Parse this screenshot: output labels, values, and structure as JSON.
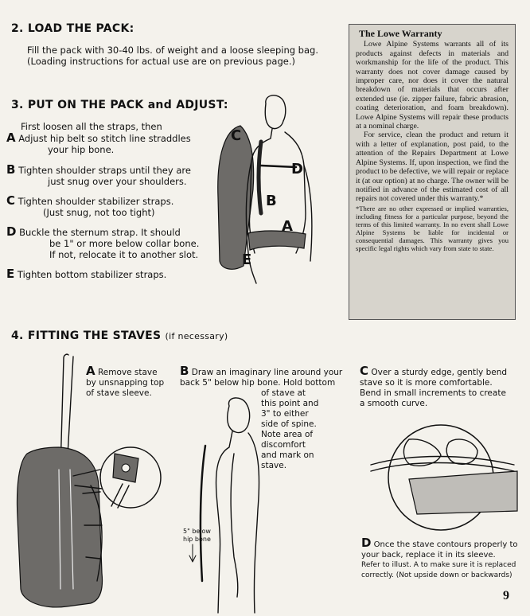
{
  "section2": {
    "heading": "2. LOAD THE PACK:",
    "line1": "Fill the pack with 30-40 lbs. of weight and a loose sleeping bag.",
    "line2": "(Loading instructions for actual use are on previous page.)"
  },
  "section3": {
    "heading": "3. PUT ON THE PACK and ADJUST:",
    "intro": "First loosen all the straps, then",
    "steps": [
      {
        "letter": "A",
        "line1": "Adjust hip belt so stitch line straddles",
        "line2": "your hip bone.",
        "line3": ""
      },
      {
        "letter": "B",
        "line1": "Tighten shoulder straps until they are",
        "line2": "just snug over your shoulders.",
        "line3": ""
      },
      {
        "letter": "C",
        "line1": "Tighten shoulder stabilizer straps.",
        "line2": "(Just snug, not too tight)",
        "line3": ""
      },
      {
        "letter": "D",
        "line1": "Buckle the sternum strap. It should",
        "line2": "be 1\" or more below collar bone.",
        "line3": "If not, relocate it to another slot."
      },
      {
        "letter": "E",
        "line1": "Tighten bottom stabilizer straps.",
        "line2": "",
        "line3": ""
      }
    ],
    "figure_labels": [
      "C",
      "D",
      "B",
      "A",
      "E"
    ]
  },
  "warranty": {
    "title": "The Lowe Warranty",
    "p1": "Lowe Alpine Systems warrants all of its products against defects in materials and workmanship for the life of the product. This warranty does not cover damage caused by improper care, nor does it cover the natural breakdown of materials that occurs after extended use (ie. zipper failure, fabric abrasion, coating deterioration, and foam breakdown). Lowe Alpine Systems will repair these products at a nominal charge.",
    "p2": "For service, clean the product and return it with a letter of explanation, post paid, to the attention of the Repairs Department at Lowe Alpine Systems. If, upon inspection, we find the product to be defective, we will repair or replace it (at our option) at no charge. The owner will be notified in advance of the estimated cost of all repairs not covered under this warranty.*",
    "footnote": "*There are no other expressed or implied warranties, including fitness for a particular purpose, beyond the terms of this limited warranty. In no event shall Lowe Alpine Systems be liable for incidental or consequential damages. This warranty gives you specific legal rights which vary from state to state."
  },
  "section4": {
    "heading": "4. FITTING THE STAVES",
    "heading_note": "(if necessary)",
    "stepA": {
      "letter": "A",
      "lines": [
        "Remove stave",
        "by unsnapping top",
        "of stave sleeve."
      ]
    },
    "stepB": {
      "letter": "B",
      "lines": [
        "Draw an imaginary line around your",
        "back 5\" below hip bone. Hold bottom",
        "of stave at",
        "this point and",
        "3\" to either",
        "side of spine.",
        "Note area of",
        "discomfort",
        "and mark on",
        "stave."
      ]
    },
    "stepB_figure_label": [
      "5\" below",
      "hip bone"
    ],
    "stepC": {
      "letter": "C",
      "lines": [
        "Over a sturdy edge, gently bend",
        "stave so it is more comfortable.",
        "Bend in small increments to create",
        "a smooth curve."
      ]
    },
    "stepD": {
      "letter": "D",
      "lines": [
        "Once the stave contours properly to",
        "your back, replace it in its sleeve.",
        "Refer to illust. A to make sure it is replaced",
        "correctly. (Not upside down or backwards)"
      ]
    }
  },
  "page_number": "9"
}
